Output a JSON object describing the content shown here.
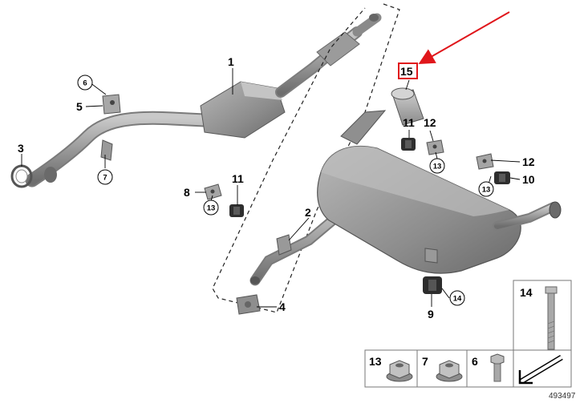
{
  "diagram": {
    "callouts": {
      "c1": "1",
      "c2": "2",
      "c3": "3",
      "c4": "4",
      "c5": "5",
      "c6": "6",
      "c7": "7",
      "c8": "8",
      "c9": "9",
      "c10": "10",
      "c11a": "11",
      "c11b": "11",
      "c12a": "12",
      "c12b": "12",
      "c13a": "13",
      "c13b": "13",
      "c13c": "13",
      "c14": "14",
      "c15": "15"
    },
    "legend": {
      "l14": "14",
      "l13": "13",
      "l7": "7",
      "l6": "6"
    },
    "reference_number": "493497",
    "highlight_color": "#e0161b"
  }
}
